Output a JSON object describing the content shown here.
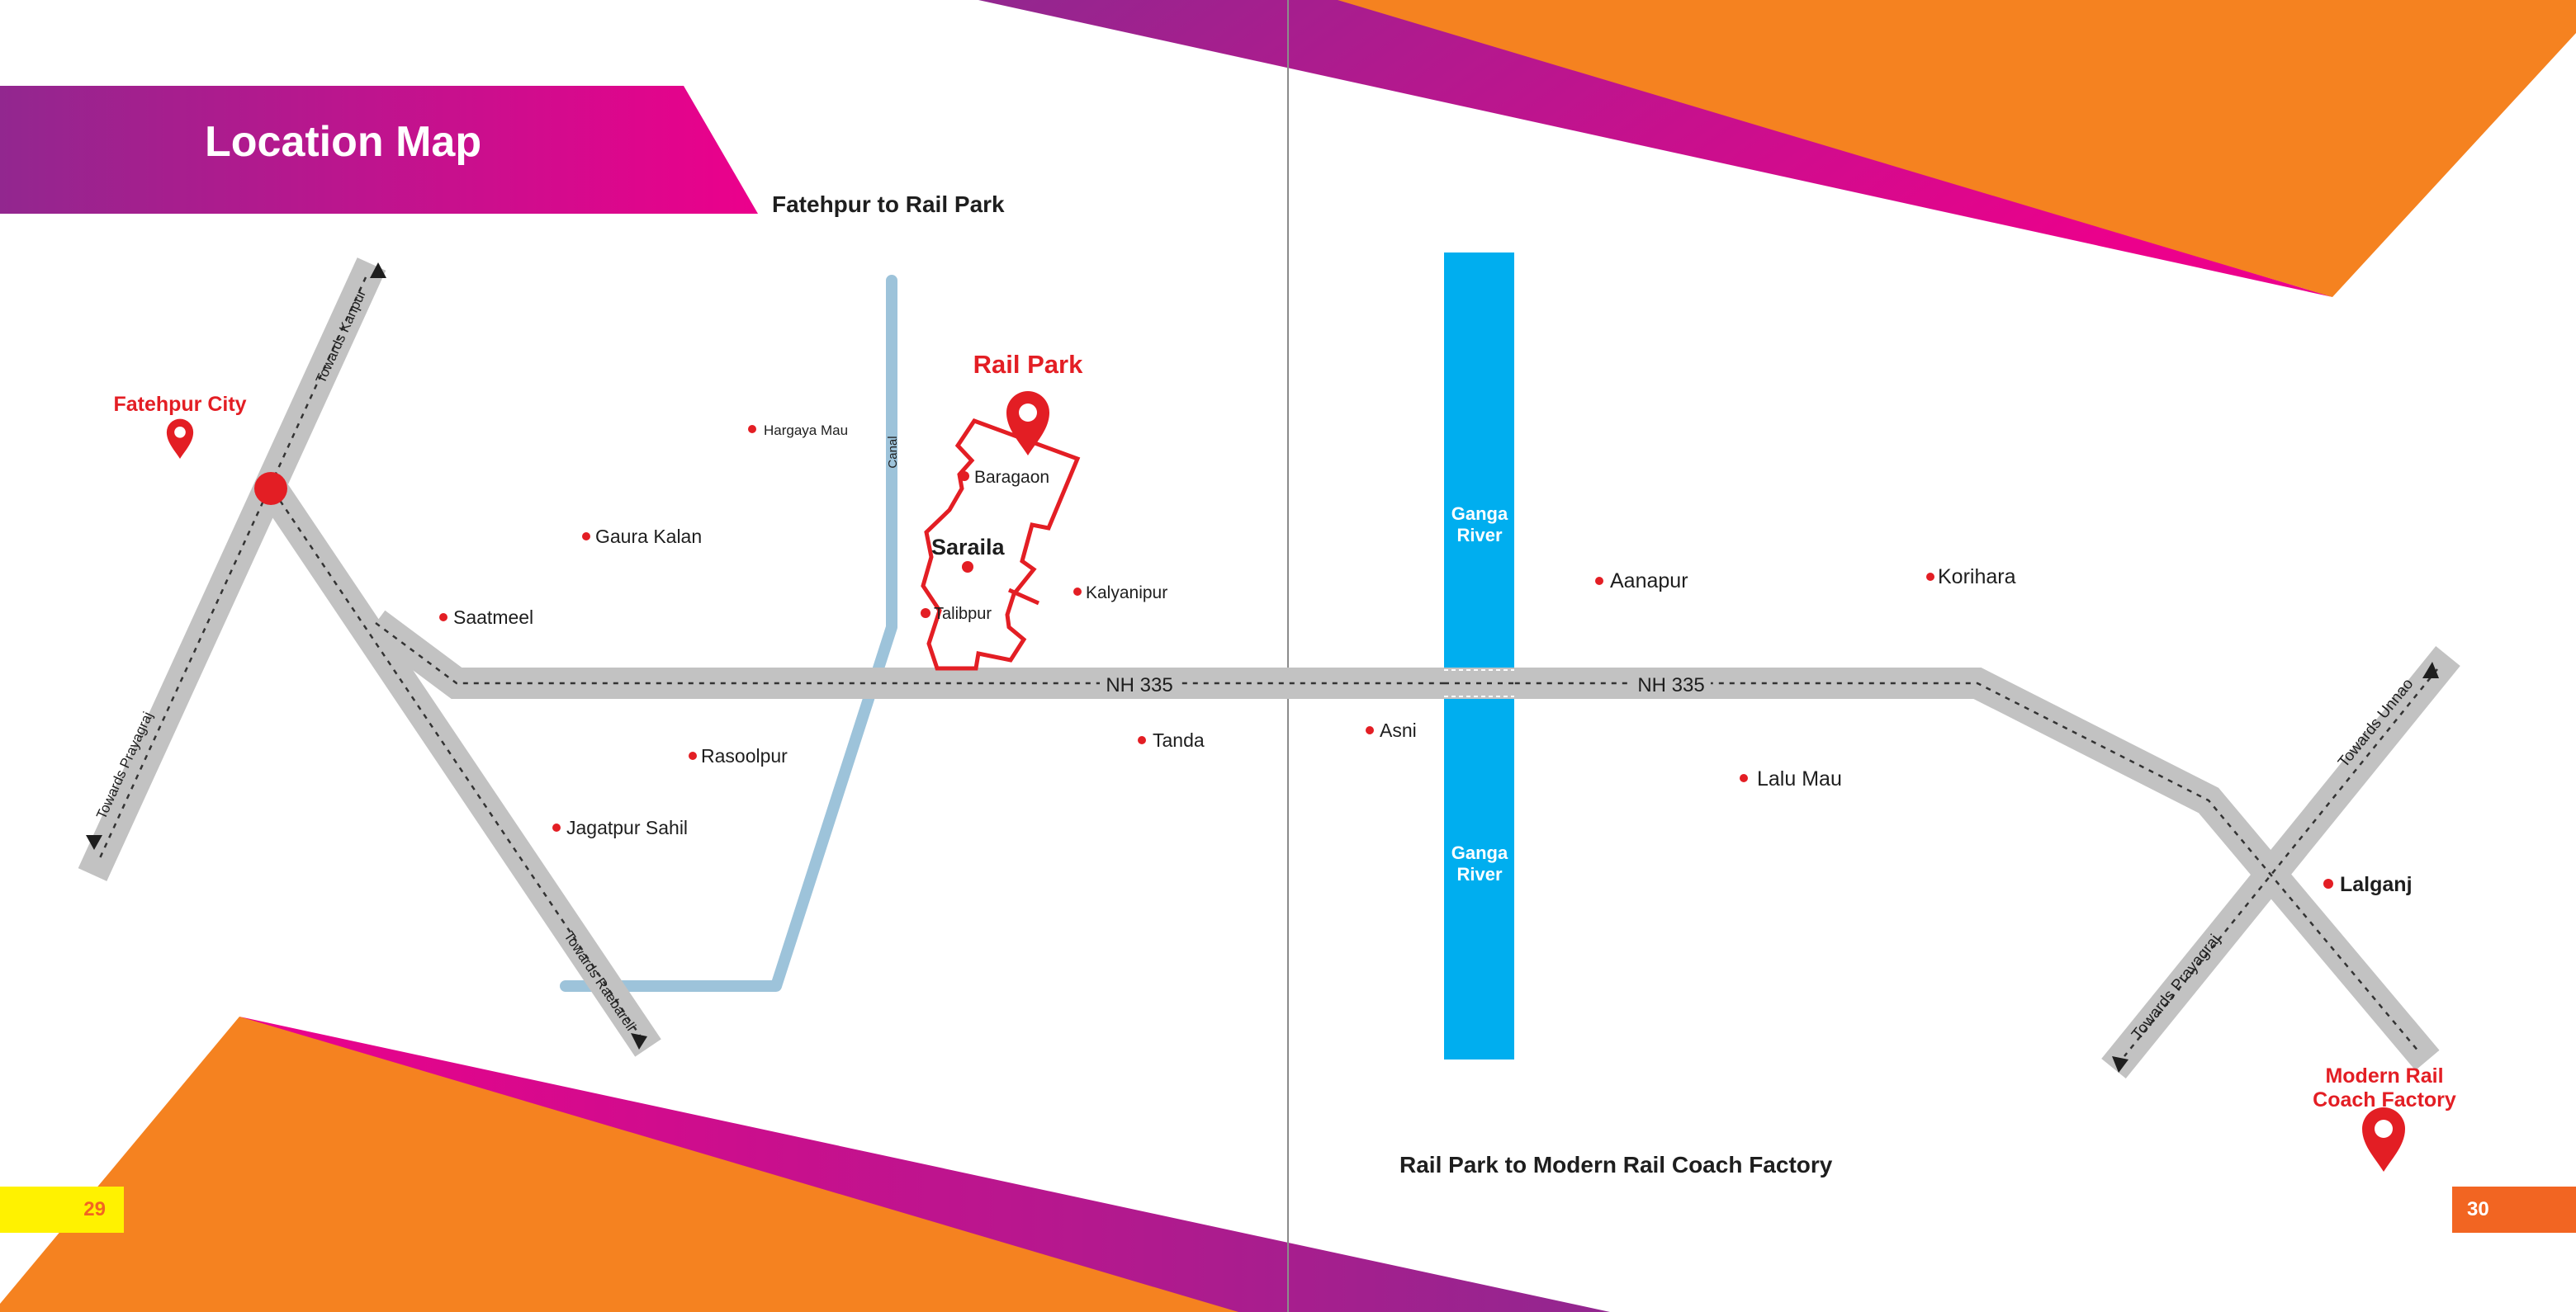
{
  "title": "Location Map",
  "section_left": {
    "heading": "Fatehpur to Rail Park"
  },
  "section_right": {
    "heading": "Rail Park to Modern Rail Coach Factory"
  },
  "page_numbers": {
    "left": "29",
    "right": "30"
  },
  "colors": {
    "orange": "#f58220",
    "magenta": "#ec008c",
    "purple": "#92278f",
    "marker_red": "#e31e24",
    "road_gray": "#c2c2c2",
    "canal_blue": "#9dc3da",
    "river_blue": "#00aeef",
    "page_yellow": "#fff200",
    "page_orange": "#f26522"
  },
  "markers": {
    "fatehpur_city": "Fatehpur City",
    "rail_park": "Rail Park",
    "modern_rail_coach_factory_line1": "Modern Rail",
    "modern_rail_coach_factory_line2": "Coach Factory"
  },
  "roads": {
    "highway_left": "NH 335",
    "highway_right": "NH 335",
    "towards_kanpur": "Towards Kanpur",
    "towards_prayagraj_left": "Towards Prayagraj",
    "towards_raebareli": "Towards Raebareli",
    "towards_unnao": "Towards Unnao",
    "towards_prayagraj_right": "Towards Prayagraj"
  },
  "canal_label": "Canal",
  "river_labels": {
    "upper_line1": "Ganga",
    "upper_line2": "River",
    "lower_line1": "Ganga",
    "lower_line2": "River"
  },
  "places": {
    "hargaya_mau": "Hargaya Mau",
    "baragaon": "Baragaon",
    "gaura_kalan": "Gaura Kalan",
    "saraila": "Saraila",
    "kalyanipur": "Kalyanipur",
    "saatmeel": "Saatmeel",
    "talibpur": "Talibpur",
    "rasoolpur": "Rasoolpur",
    "tanda": "Tanda",
    "jagatpur_sahil": "Jagatpur Sahil",
    "asni": "Asni",
    "aanapur": "Aanapur",
    "korihara": "Korihara",
    "lalu_mau": "Lalu Mau",
    "lalganj": "Lalganj"
  }
}
